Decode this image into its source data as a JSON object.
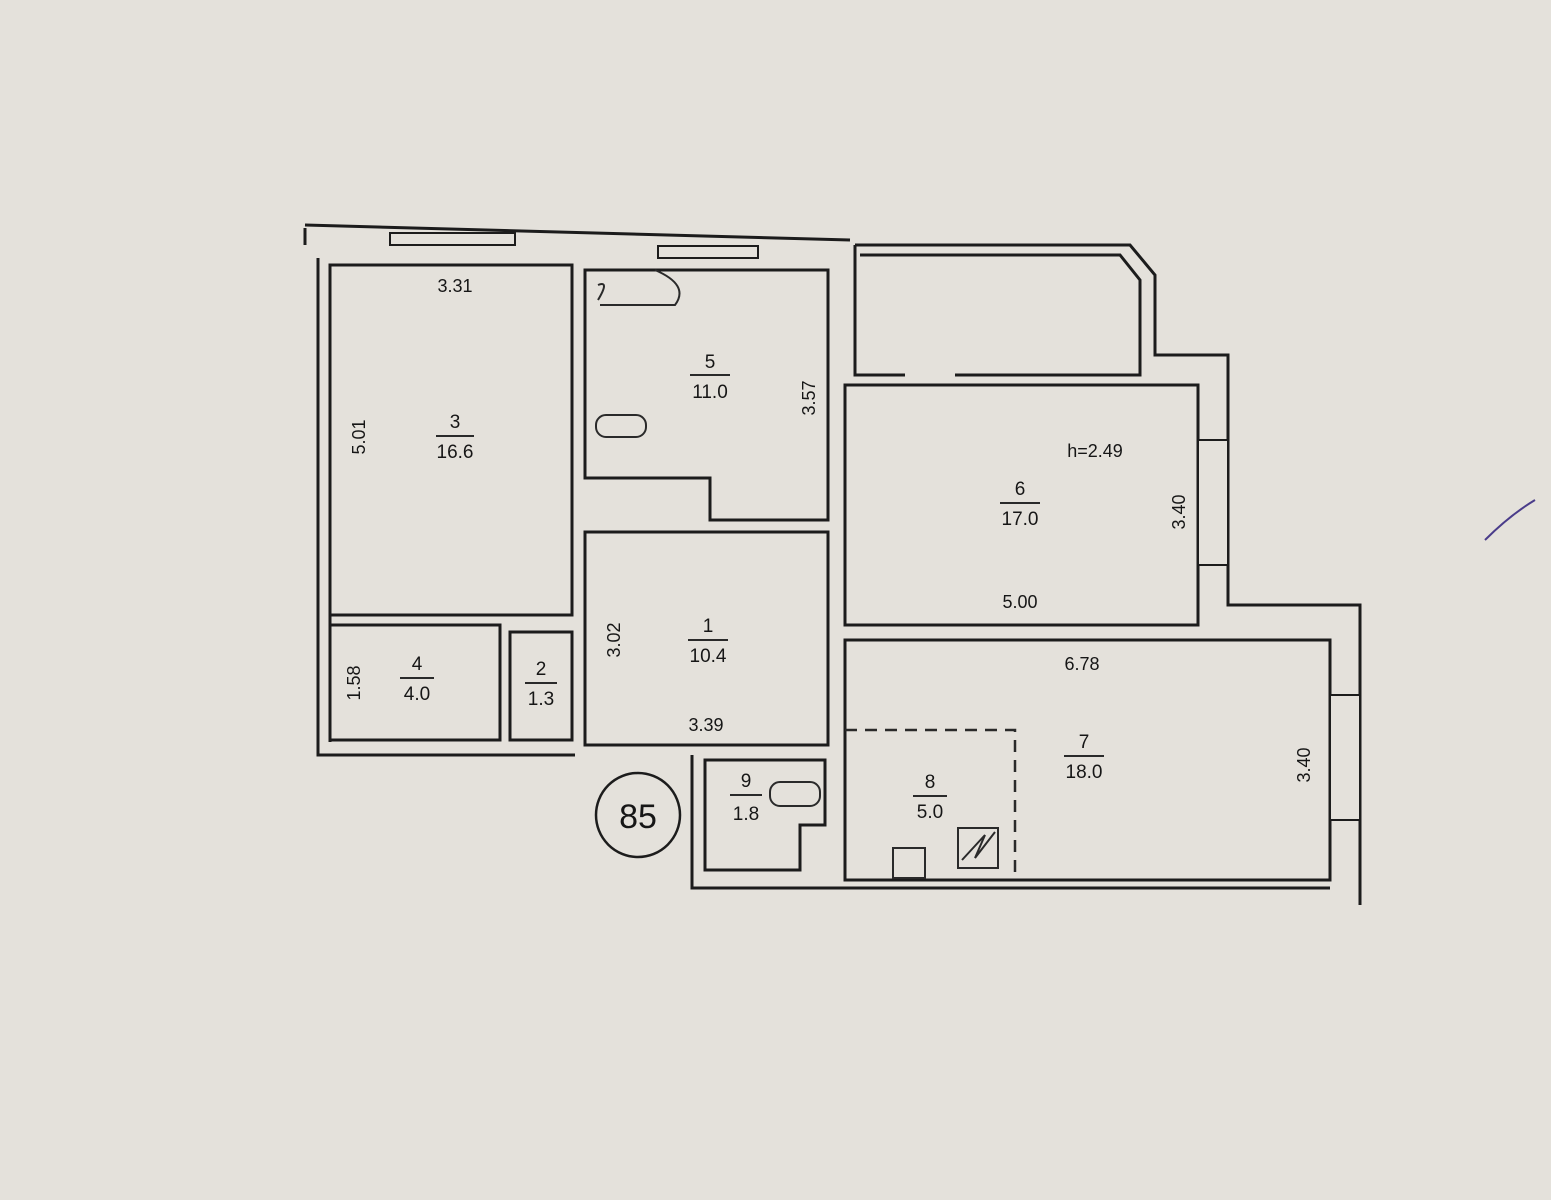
{
  "plan": {
    "apartment_number": "85",
    "ceiling_height": "h=2.49",
    "rooms": [
      {
        "number": "1",
        "area": "10.4"
      },
      {
        "number": "2",
        "area": "1.3"
      },
      {
        "number": "3",
        "area": "16.6"
      },
      {
        "number": "4",
        "area": "4.0"
      },
      {
        "number": "5",
        "area": "11.0"
      },
      {
        "number": "6",
        "area": "17.0"
      },
      {
        "number": "7",
        "area": "18.0"
      },
      {
        "number": "8",
        "area": "5.0"
      },
      {
        "number": "9",
        "area": "1.8"
      }
    ],
    "dimensions": {
      "room3_width": "3.31",
      "room3_length": "5.01",
      "room5_length": "3.57",
      "room6_length": "3.40",
      "room6_width": "5.00",
      "room1_length": "3.02",
      "room1_width": "3.39",
      "room4_length": "1.58",
      "room7_width": "6.78",
      "room7_length": "3.40"
    }
  }
}
